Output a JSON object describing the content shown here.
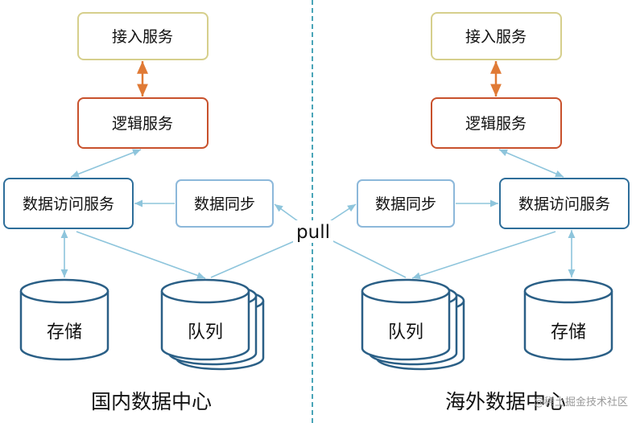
{
  "left_dc": {
    "caption": "国内数据中心",
    "access": "接入服务",
    "logic": "逻辑服务",
    "data_access": "数据访问服务",
    "sync": "数据同步",
    "storage": "存储",
    "queue": "队列"
  },
  "right_dc": {
    "caption": "海外数据中心",
    "access": "接入服务",
    "logic": "逻辑服务",
    "data_access": "数据访问服务",
    "sync": "数据同步",
    "storage": "存储",
    "queue": "队列"
  },
  "pull_label": "pull",
  "watermark": "@稀土掘金技术社区",
  "colors": {
    "access_border": "#d6cf8c",
    "logic_border": "#c8512c",
    "blue_border": "#2e6e9a",
    "sync_border": "#8cb8da",
    "arrow_orange": "#e07a35",
    "arrow_blue": "#8ec5dc",
    "divider": "#4aa5b8"
  }
}
